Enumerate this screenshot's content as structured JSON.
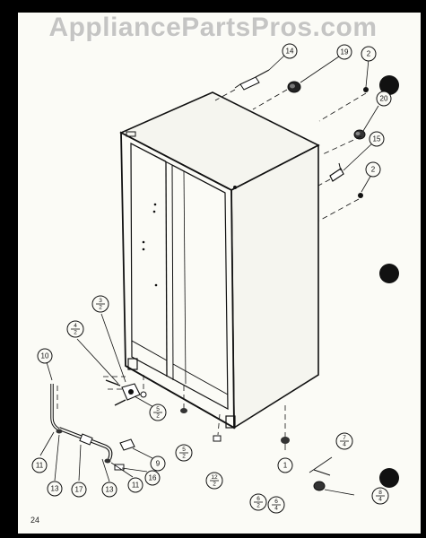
{
  "watermark": "AppliancePartsPros.com",
  "page_number": "24",
  "callouts": [
    {
      "id": "c14",
      "label": "14"
    },
    {
      "id": "c19",
      "label": "19"
    },
    {
      "id": "c2a",
      "label": "2"
    },
    {
      "id": "c20",
      "label": "20"
    },
    {
      "id": "c15",
      "label": "15"
    },
    {
      "id": "c2b",
      "label": "2"
    },
    {
      "id": "c10",
      "label": "10"
    },
    {
      "id": "c11a",
      "label": "11"
    },
    {
      "id": "c13a",
      "label": "13"
    },
    {
      "id": "c17",
      "label": "17"
    },
    {
      "id": "c13b",
      "label": "13"
    },
    {
      "id": "c11b",
      "label": "11"
    },
    {
      "id": "c16",
      "label": "16"
    },
    {
      "id": "c9",
      "label": "9"
    },
    {
      "id": "c1",
      "label": "1"
    }
  ],
  "fraction_callouts": [
    {
      "id": "f3_2",
      "num": "3",
      "den": "2"
    },
    {
      "id": "f4_2",
      "num": "4",
      "den": "2"
    },
    {
      "id": "f5_2a",
      "num": "5",
      "den": "2"
    },
    {
      "id": "f5_2b",
      "num": "5",
      "den": "2"
    },
    {
      "id": "f6_2",
      "num": "6",
      "den": "2"
    },
    {
      "id": "f12_2",
      "num": "12",
      "den": "2"
    },
    {
      "id": "f7_4",
      "num": "7",
      "den": "4"
    },
    {
      "id": "f8_4",
      "num": "8",
      "den": "4"
    },
    {
      "id": "f6_4",
      "num": "6",
      "den": "4"
    }
  ]
}
